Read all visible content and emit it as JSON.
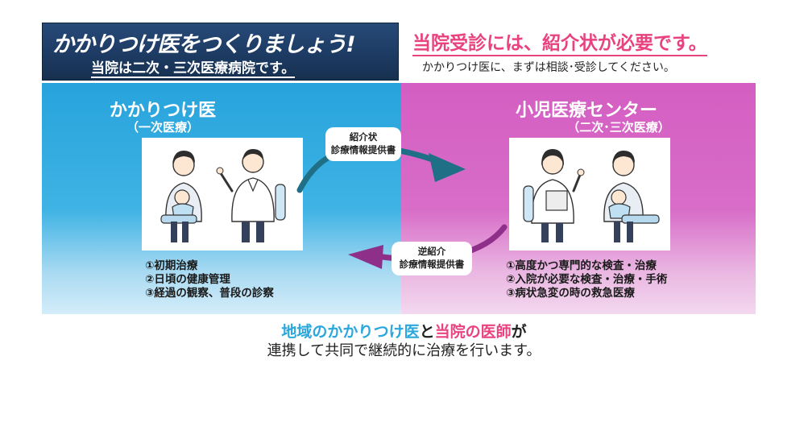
{
  "banner": {
    "title": "かかりつけ医をつくりましょう!",
    "subtitle": "当院は二次・三次医療病院です。"
  },
  "notice": {
    "title": "当院受診には、紹介状が必要です。",
    "subtitle": "かかりつけ医に、まずは相談･受診してください。"
  },
  "left_panel": {
    "title": "かかりつけ医",
    "subtitle": "（一次医療）",
    "roles": [
      "①初期治療",
      "②日頃の健康管理",
      "③経過の観察、普段の診察"
    ],
    "color": "#27a3dc"
  },
  "right_panel": {
    "title": "小児医療センター",
    "subtitle": "（二次･三次医療）",
    "roles": [
      "①高度かつ専門的な検査・治療",
      "②入院が必要な検査・治療・手術",
      "③病状急変の時の救急医療"
    ],
    "color": "#d45ec2"
  },
  "referral": {
    "line1": "紹介状",
    "line2": "診療情報提供書",
    "arrow_color": "#1f6f86"
  },
  "reverse_referral": {
    "line1": "逆紹介",
    "line2": "診療情報提供書",
    "arrow_color": "#8e2f8a"
  },
  "footer": {
    "part1": "地域のかかりつけ医",
    "part2": "と",
    "part3": "当院の医師",
    "part4": "が",
    "line2": "連携して共同で継続的に治療を行います。",
    "color_blue": "#2aa7dd",
    "color_pink": "#e8427f"
  }
}
